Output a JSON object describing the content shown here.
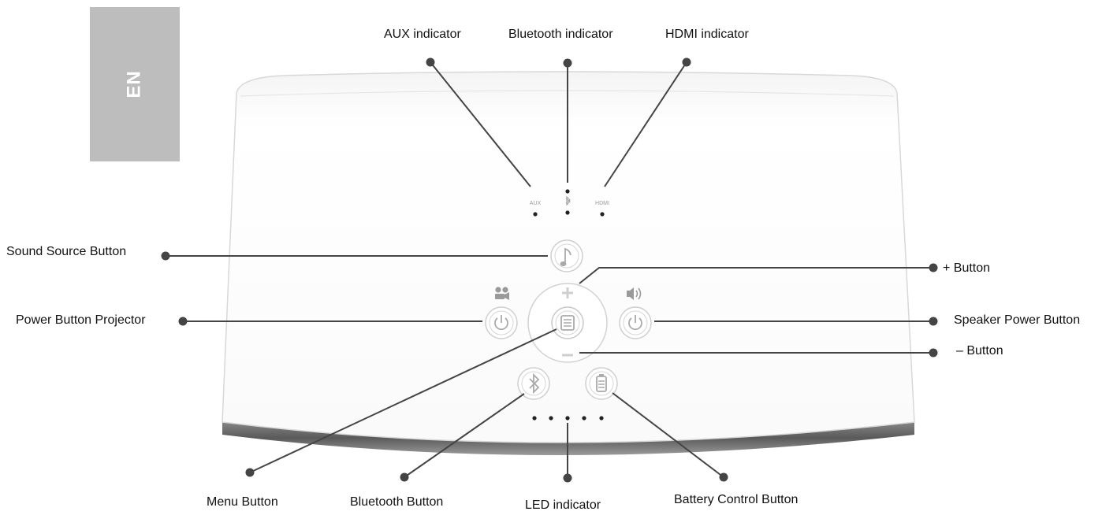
{
  "language_tab": "EN",
  "device_marks": {
    "aux": "AUX",
    "hdmi": "HDMI"
  },
  "callouts": {
    "aux_indicator": "AUX indicator",
    "bluetooth_indicator": "Bluetooth indicator",
    "hdmi_indicator": "HDMI indicator",
    "sound_source_button": "Sound Source Button",
    "plus_button": "+ Button",
    "power_button_projector": "Power Button Projector",
    "speaker_power_button": "Speaker Power Button",
    "minus_button": "– Button",
    "menu_button": "Menu Button",
    "bluetooth_button": "Bluetooth Button",
    "led_indicator": "LED indicator",
    "battery_control_button": "Battery Control Button"
  },
  "colors": {
    "body": "#ffffff",
    "body_outline": "#d8d8d8",
    "base_strip": "#6e6e6e",
    "tab": "#bdbdbd",
    "leader": "#444444",
    "button_ring": "#cfcfcf"
  }
}
